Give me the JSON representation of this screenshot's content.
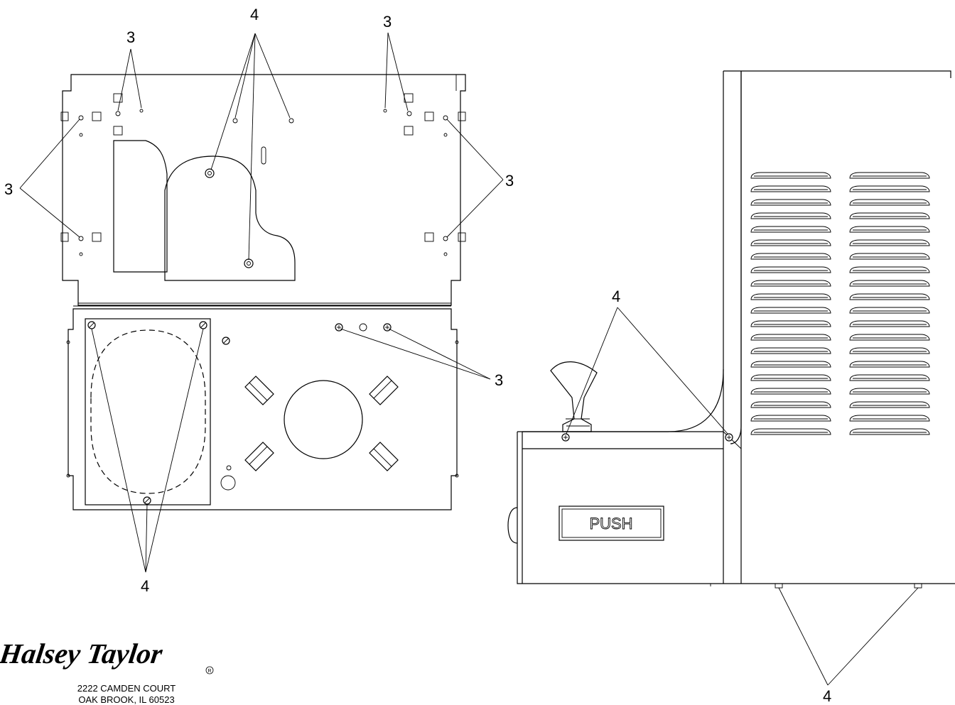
{
  "callouts": {
    "top_left_3": "3",
    "top_center_4": "4",
    "top_right_3": "3",
    "left_3": "3",
    "right_3": "3",
    "lower_plate_3": "3",
    "lower_plate_4": "4",
    "side_4": "4",
    "bottom_4": "4"
  },
  "push_plate": {
    "label": "PUSH"
  },
  "brand": {
    "name": "Halsey Taylor",
    "address_line1": "2222 CAMDEN COURT",
    "address_line2": "OAK BROOK, IL 60523"
  }
}
